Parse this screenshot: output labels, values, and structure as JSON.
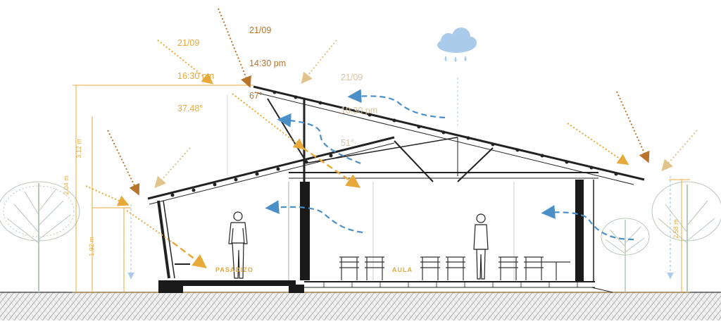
{
  "colors": {
    "sun_afternoon": "#e7a93a",
    "sun_midday": "#b8742a",
    "sun_morning": "#e0c48a",
    "wind": "#4a8fc8",
    "rain": "#aaccea",
    "dimension": "#e7a93a",
    "structure": "#222222",
    "tree": "#b8c8b8"
  },
  "sun_positions": {
    "afternoon": {
      "date": "21/09",
      "time": "16:30 pm",
      "angle": "37.48°"
    },
    "midday": {
      "date": "21/09",
      "time": "14:30 pm",
      "angle": "67°"
    },
    "morning": {
      "date": "21/09",
      "time": "10:30 pm",
      "angle": "51°"
    }
  },
  "icons": {
    "rain": "rain-cloud-icon"
  },
  "dimensions": {
    "total_height": "3.12 m",
    "eave_height_left": "2.04 m",
    "corridor_height": "1.92 m",
    "right_height": "2.58 m"
  },
  "spaces": {
    "corridor": "PASADIZO",
    "classroom": "AULA"
  }
}
